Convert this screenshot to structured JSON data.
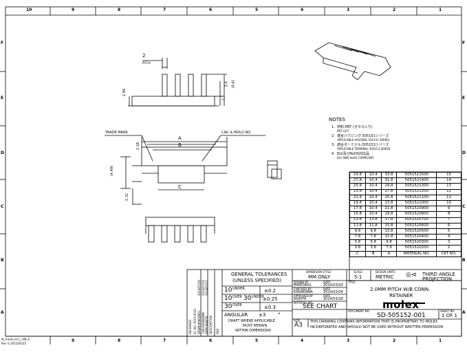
{
  "frame": {
    "col_labels": [
      "10",
      "9",
      "8",
      "7",
      "6",
      "5",
      "4",
      "3",
      "2",
      "1"
    ],
    "row_labels": [
      "F",
      "E",
      "D",
      "C",
      "B",
      "A"
    ],
    "bottom_left_line1": "fb_frame_A3_l_AM_S",
    "bottom_left_line2": "Rev G 2012/01/25"
  },
  "drawing": {
    "pitch_value": "2",
    "pitch_label": "PITCH",
    "dim_top_1": "2.94",
    "dim_top_2": "3.4",
    "dim_top_3": "(4.6)",
    "dim_top_4": "1.2",
    "trade_mark": "TRADE MARK",
    "cav_mold": "CAV. & MOLD NO.",
    "dim_a": "A",
    "dim_b": "B",
    "dim_c": "C",
    "dim_218": "2.18",
    "dim_449": "(4.49)",
    "dim_231": "2.31"
  },
  "notes": {
    "title": "NOTES",
    "items": [
      {
        "num": "1.",
        "line1": "材料:PBT (ガラス入り)",
        "line2": "PBT (GF)"
      },
      {
        "num": "2.",
        "line1": "適合ハウジング:505151シリーズ",
        "line2": "APPLICABLE HOUSING 505151 SERIES"
      },
      {
        "num": "3.",
        "line1": "適合ターミナル:505153シリーズ",
        "line2": "APPLICABLE TERMINAL 505153 SERIES"
      },
      {
        "num": "4.",
        "line1": "ELV及びRoHS対応品",
        "line2": "ELV AND RoHS COMPLIANT"
      }
    ]
  },
  "parts_table": {
    "rows": [
      [
        "29.8",
        "10.4",
        "33.8",
        "5051521500",
        "15"
      ],
      [
        "27.8",
        "10.4",
        "31.8",
        "5051521400",
        "14"
      ],
      [
        "25.8",
        "10.4",
        "29.8",
        "5051521300",
        "13"
      ],
      [
        "23.8",
        "10.4",
        "27.8",
        "5051521200",
        "12"
      ],
      [
        "21.8",
        "10.4",
        "25.8",
        "5051521100",
        "11"
      ],
      [
        "19.8",
        "10.4",
        "23.8",
        "5051521000",
        "10"
      ],
      [
        "17.8",
        "10.4",
        "21.8",
        "5051520900",
        "9"
      ],
      [
        "15.8",
        "10.4",
        "19.8",
        "5051520800",
        "8"
      ],
      [
        "13.8",
        "13.8",
        "17.8",
        "5051520700",
        "7"
      ],
      [
        "11.8",
        "11.8",
        "15.8",
        "5051520600",
        "6"
      ],
      [
        "9.8",
        "9.8",
        "13.8",
        "5051520500",
        "5"
      ],
      [
        "7.8",
        "7.8",
        "11.8",
        "5051520400",
        "4"
      ],
      [
        "5.8",
        "5.8",
        "9.8",
        "5051520300",
        "3"
      ],
      [
        "3.8",
        "3.8",
        "7.8",
        "5051520200",
        "2"
      ]
    ],
    "header": [
      "C",
      "B",
      "A",
      "MATERIAL NO.",
      "CKT NO."
    ]
  },
  "title_block": {
    "released": "RELEASED",
    "ec_no": "EC NO. 2015-0035",
    "drwn": "DRWN:MIKEDA01",
    "chkd": "CHK:KASAKAWA",
    "appr": "APPR:NUKITA",
    "date1": "2014/07/10",
    "date2": "2014/07/10",
    "date3": "2014/07/11",
    "description": "DESCRIPTION",
    "rev_label": "REV",
    "gt_title1": "GENERAL TOLERANCES",
    "gt_title2": "(UNLESS SPECIFIED)",
    "tol_row1_a": "10",
    "tol_row1_b": "UNDER",
    "tol_row1_v": "±0.2",
    "tol_row2_a": "10",
    "tol_row2_b": "OVER",
    "tol_row2_c": "30",
    "tol_row2_d": "UNDER",
    "tol_row2_v": "±0.25",
    "tol_row3_a": "30",
    "tol_row3_b": "OVER",
    "tol_row3_v": "±0.3",
    "angular": "ANGULAR",
    "angular_v": "±3",
    "angular_deg": "°",
    "draft1": "DRAFT WHERE APPLICABLE",
    "draft2": "MUST REMAIN",
    "draft3": "WITHIN DIMENSIONS",
    "dim_style_label": "DIMENSION STYLE",
    "dim_style": "MM ONLY",
    "drawn_by_label": "DRAWN BY",
    "date_label": "DATE",
    "drawn_by": "MIKEDA01",
    "drawn_date": "2014/03/03",
    "checked_by_label": "CHECKED BY",
    "checked_by": "KASAKAWA",
    "checked_date": "2014/03/04",
    "approved_by_label": "APPROVED BY",
    "approved_by": "NUKITA",
    "approved_date": "2014/03/28",
    "material_label": "MATERIAL NO.",
    "material": "SEE CHART",
    "scale_label": "SCALE",
    "scale": "5:1",
    "design_units_label": "DESIGN UNITS",
    "design_units": "METRIC",
    "projection1": "THIRD ANGLE",
    "projection2": "PROJECTION",
    "title_label": "TITLE",
    "title1": "2.0MM PITCH W/B CONN.",
    "title2": "RETAINER",
    "logo": "molex",
    "doc_no_label": "DOCUMENT NO.",
    "doc_no": "SD-505152-001",
    "sheet_label": "SHEET NO.",
    "sheet": "1 OF 1",
    "size": "A3",
    "size_label": "SIZE",
    "proprietary1": "THIS DRAWING CONTAINS INFORMATION THAT IS PROPRIETARY TO MOLEX",
    "proprietary2": "INCORPORATED AND SHOULD NOT BE USED WITHOUT WRITTEN PERMISSION"
  }
}
